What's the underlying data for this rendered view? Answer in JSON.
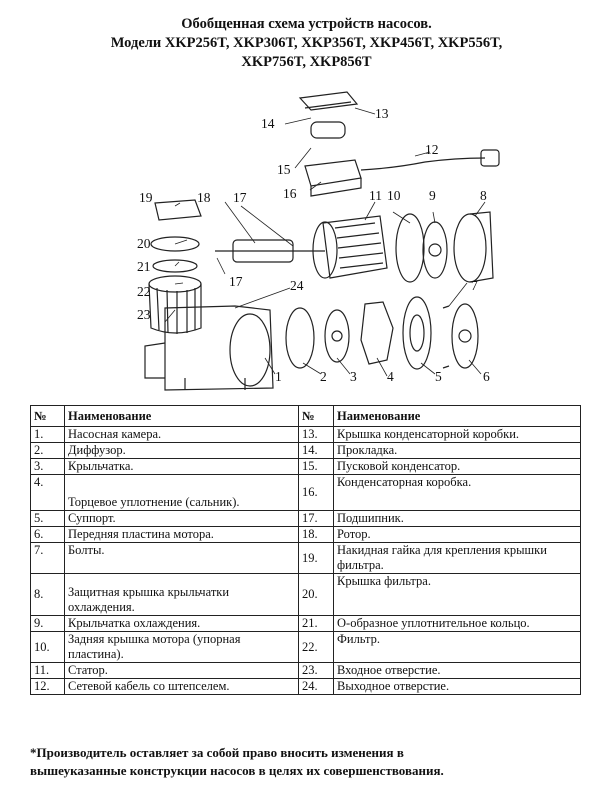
{
  "header": {
    "line1": "Обобщенная схема устройств насосов.",
    "line2": "Модели XKP256T, XKP306T, XKP356T, XKP456T, XKP556T,",
    "line3": "XKP756T, XKP856T"
  },
  "diagram": {
    "callouts": [
      "1",
      "2",
      "3",
      "4",
      "5",
      "6",
      "7",
      "8",
      "9",
      "10",
      "11",
      "12",
      "13",
      "14",
      "15",
      "16",
      "17",
      "17",
      "18",
      "19",
      "20",
      "21",
      "22",
      "23",
      "24"
    ]
  },
  "table": {
    "headers": {
      "num": "№",
      "name": "Наименование",
      "num2": "№",
      "name2": "Наименование"
    },
    "rows": [
      {
        "n1": "1.",
        "v1": "Насосная камера.",
        "n2": "13.",
        "v2": "Крышка конденсаторной коробки."
      },
      {
        "n1": "2.",
        "v1": "Диффузор.",
        "n2": "14.",
        "v2": "Прокладка."
      },
      {
        "n1": "3.",
        "v1": "Крыльчатка.",
        "n2": "15.",
        "v2": "Пусковой конденсатор."
      },
      {
        "n1": "4.",
        "v1": "Торцевое уплотнение (сальник).",
        "n2": "16.",
        "v2": "Конденсаторная коробка."
      },
      {
        "n1": "5.",
        "v1": "Суппорт.",
        "n2": "17.",
        "v2": "Подшипник."
      },
      {
        "n1": "6.",
        "v1": "Передняя пластина мотора.",
        "n2": "18.",
        "v2": "Ротор."
      },
      {
        "n1": "7.",
        "v1": "Болты.",
        "n2": "19.",
        "v2": "Накидная гайка для крепления крышки фильтра."
      },
      {
        "n1": "8.",
        "v1": "Защитная крышка крыльчатки охлаждения.",
        "n2": "20.",
        "v2": "Крышка фильтра."
      },
      {
        "n1": "9.",
        "v1": "Крыльчатка охлаждения.",
        "n2": "21.",
        "v2": "О-образное уплотнительное кольцо."
      },
      {
        "n1": "10.",
        "v1": "Задняя крышка мотора (упорная пластина).",
        "n2": "22.",
        "v2": "Фильтр."
      },
      {
        "n1": "11.",
        "v1": "Статор.",
        "n2": "23.",
        "v2": "Входное отверстие."
      },
      {
        "n1": "12.",
        "v1": "Сетевой кабель со штепселем.",
        "n2": "24.",
        "v2": "Выходное отверстие."
      }
    ]
  },
  "footnote": {
    "line1": "*Производитель оставляет за собой право вносить изменения в",
    "line2": "вышеуказанные конструкции насосов в целях их совершенствования."
  }
}
